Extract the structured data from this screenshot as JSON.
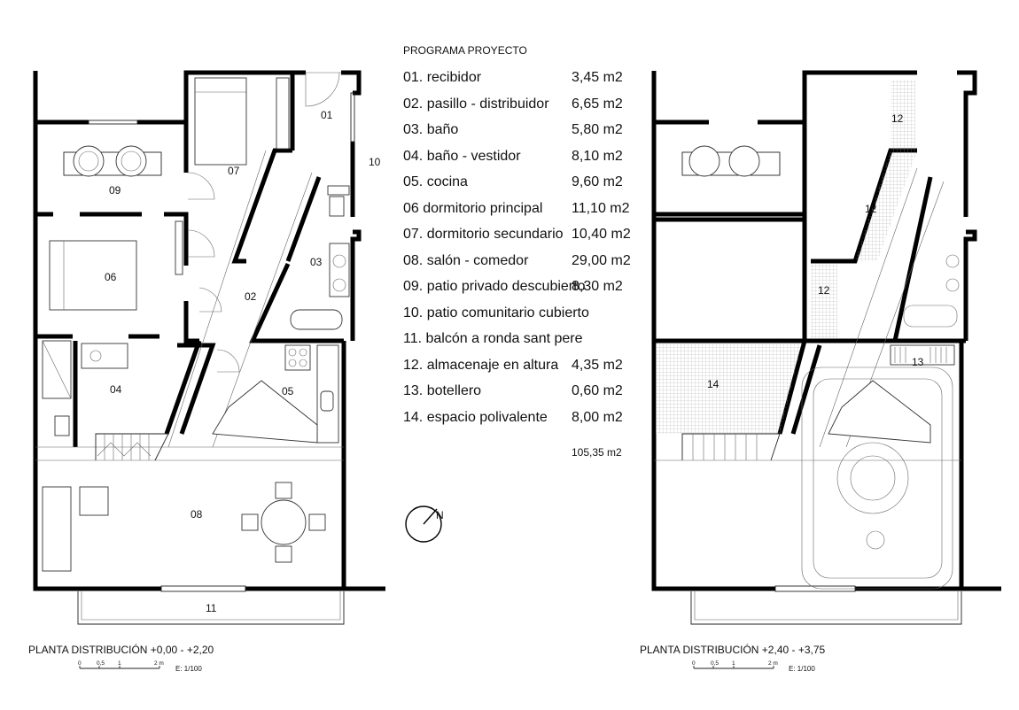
{
  "program": {
    "title": "PROGRAMA PROYECTO",
    "items": [
      {
        "name": "01.  recibidor",
        "area": "3,45 m2"
      },
      {
        "name": "02.  pasillo - distribuidor",
        "area": "6,65 m2"
      },
      {
        "name": "03.  baño",
        "area": "5,80 m2"
      },
      {
        "name": "04.  baño - vestidor",
        "area": "8,10 m2"
      },
      {
        "name": "05.  cocina",
        "area": "9,60 m2"
      },
      {
        "name": "06  dormitorio principal",
        "area": "11,10 m2"
      },
      {
        "name": "07.  dormitorio secundario",
        "area": "10,40 m2"
      },
      {
        "name": "08.  salón - comedor",
        "area": "29,00 m2"
      },
      {
        "name": "09.  patio privado descubierto",
        "area": "8,30 m2"
      },
      {
        "name": "10.  patio comunitario cubierto",
        "area": ""
      },
      {
        "name": "11. balcón a ronda sant pere",
        "area": ""
      },
      {
        "name": "12. almacenaje en altura",
        "area": "4,35 m2"
      },
      {
        "name": "13.  botellero",
        "area": "0,60 m2"
      },
      {
        "name": "14.  espacio polivalente",
        "area": "8,00 m2"
      }
    ],
    "total": "105,35 m2"
  },
  "plan_left": {
    "title": "PLANTA DISTRIBUCIÓN +0,00 - +2,20",
    "room_labels": {
      "r01": "01",
      "r02": "02",
      "r03": "03",
      "r04": "04",
      "r05": "05",
      "r06": "06",
      "r07": "07",
      "r08": "08",
      "r09": "09",
      "r10": "10",
      "r11": "11"
    },
    "scale": {
      "t0": "0",
      "t05": "0,5",
      "t1": "1",
      "t2": "2 m",
      "ratio": "E: 1/100"
    }
  },
  "plan_right": {
    "title": "PLANTA DISTRIBUCIÓN +2,40 - +3,75",
    "room_labels": {
      "r12a": "12",
      "r12b": "12",
      "r12c": "12",
      "r13": "13",
      "r14": "14"
    },
    "scale": {
      "t0": "0",
      "t05": "0,5",
      "t1": "1",
      "t2": "2 m",
      "ratio": "E: 1/100"
    }
  },
  "north": {
    "label": "N"
  }
}
